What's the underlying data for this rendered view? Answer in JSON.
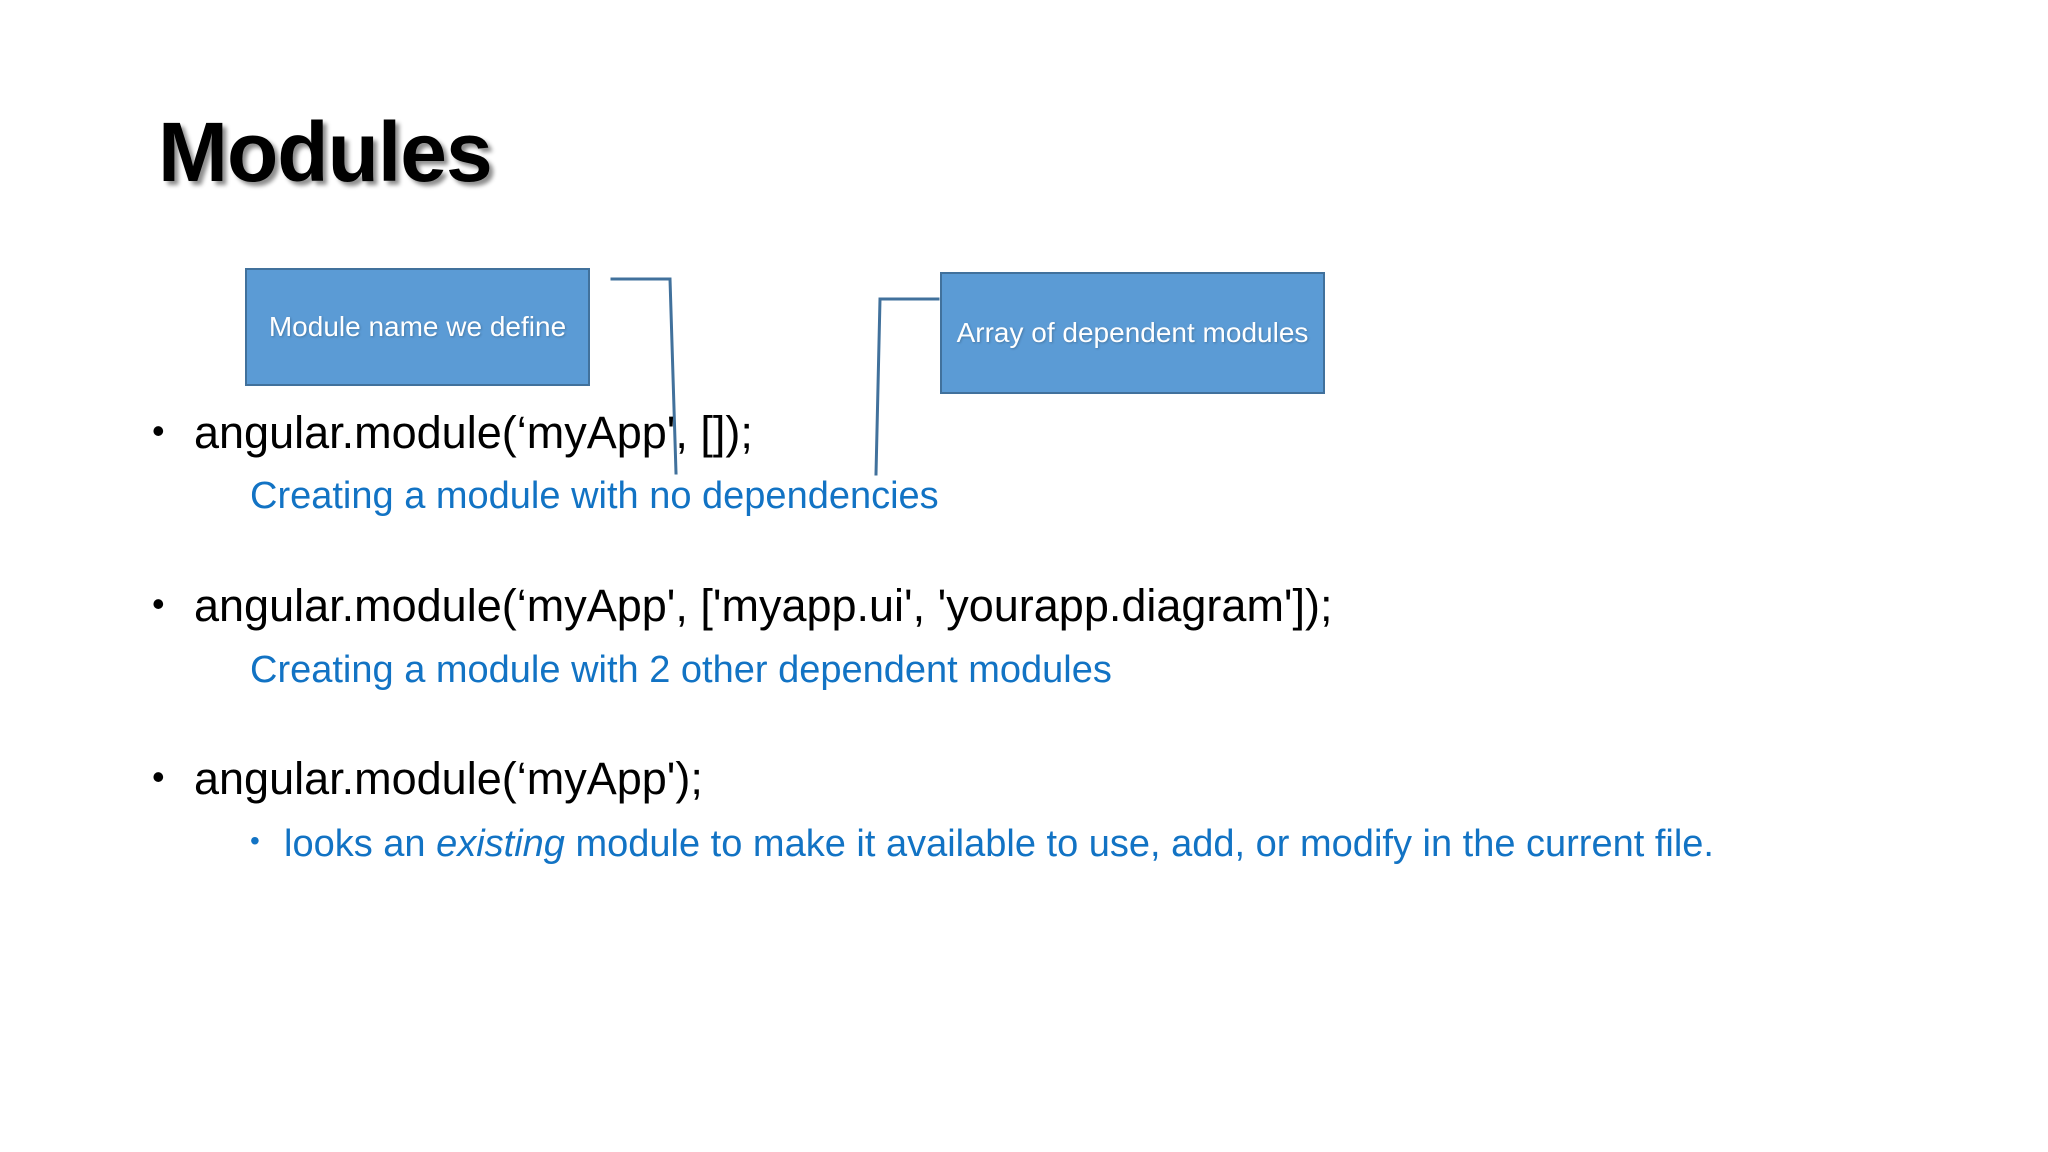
{
  "slide": {
    "title": "Modules",
    "background_color": "#FFFFFF",
    "accent_blue": "#5B9BD5",
    "accent_blue_border": "#41719C",
    "text_blue": "#1273C4",
    "text_black": "#000000"
  },
  "callouts": [
    {
      "id": "module-name",
      "text": "Module name we define"
    },
    {
      "id": "dependency-array",
      "text": "Array of dependent modules"
    }
  ],
  "bullets": [
    {
      "marker": "•",
      "code": "angular.module(‘myApp', []);",
      "sub_lines": [
        {
          "marker": "",
          "text_before": "Creating a module with no dependencies",
          "italic": "",
          "text_after": ""
        }
      ]
    },
    {
      "marker": "•",
      "code": "angular.module(‘myApp', ['myapp.ui', 'yourapp.diagram']);",
      "sub_lines": [
        {
          "marker": "",
          "text_before": "Creating a module with 2 other dependent modules",
          "italic": "",
          "text_after": ""
        }
      ]
    },
    {
      "marker": "•",
      "code": "angular.module(‘myApp');",
      "sub_lines": [
        {
          "marker": "•",
          "text_before": "looks an ",
          "italic": "existing",
          "text_after": " module to make it available to use, add, or modify in the current file."
        }
      ]
    }
  ]
}
